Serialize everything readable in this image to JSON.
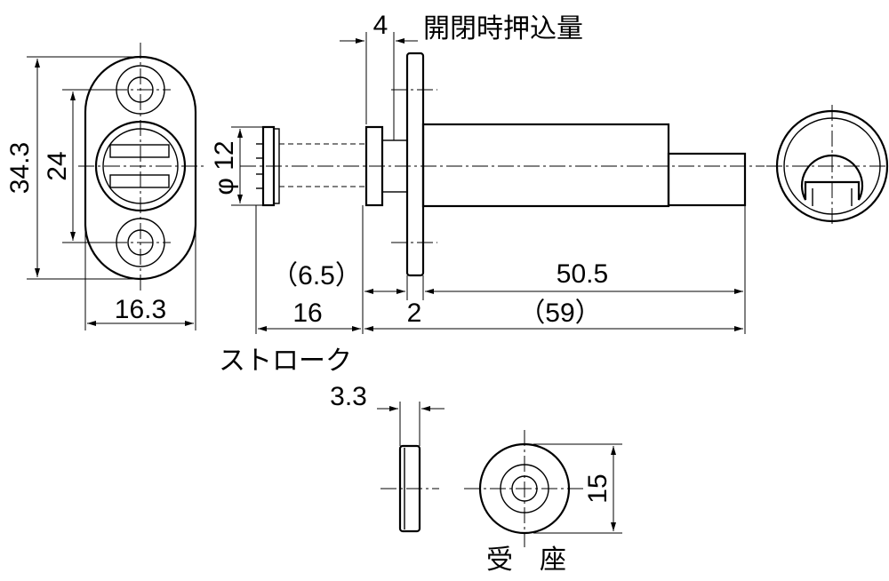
{
  "front_view": {
    "height_total": "34.3",
    "hole_pitch": "24",
    "width": "16.3"
  },
  "side_view": {
    "stroke_push_label": "4",
    "push_label_jp": "開閉時押込量",
    "shaft_diameter": "φ 12",
    "dim_6_5": "（6.5）",
    "dim_16": "16",
    "dim_2": "2",
    "dim_50_5": "50.5",
    "dim_59": "（59）",
    "stroke_label": "ストローク"
  },
  "receiver": {
    "thickness": "3.3",
    "diameter": "15",
    "title": "受　座"
  }
}
